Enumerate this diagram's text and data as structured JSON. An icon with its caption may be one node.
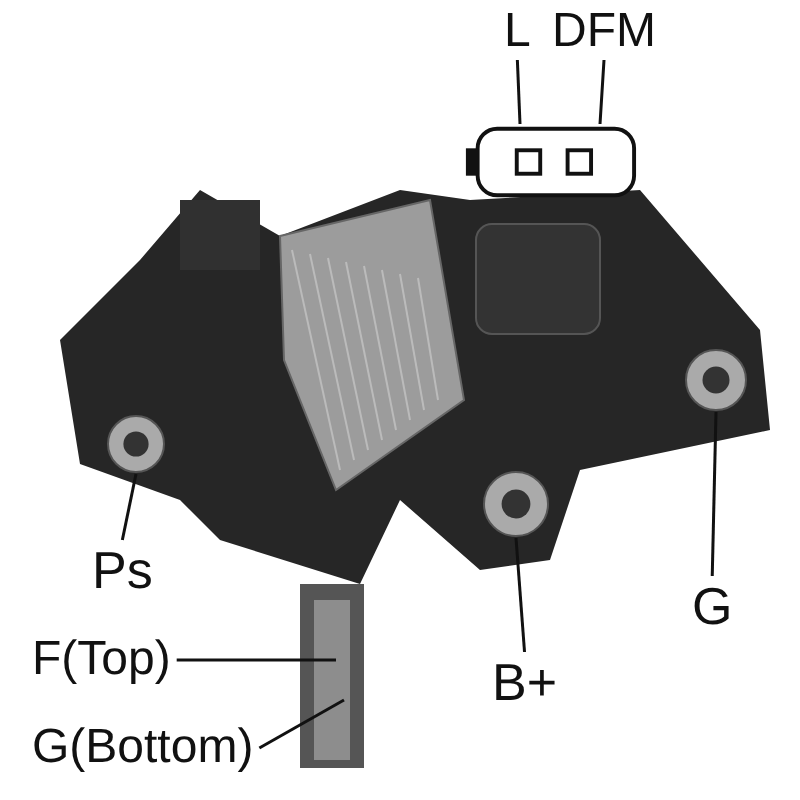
{
  "diagram": {
    "nodes": [
      {
        "text": [
          "L"
        ]
      },
      {
        "text": [
          "DFM"
        ]
      },
      {
        "text": [
          "Ps"
        ]
      },
      {
        "text": [
          "F(Top)"
        ]
      },
      {
        "text": [
          "G(Bottom)"
        ]
      },
      {
        "text": [
          "B+"
        ]
      },
      {
        "text": [
          "G"
        ]
      },
      {
        "text": [],
        "shape": "picture"
      }
    ],
    "edges": [
      {
        "from": 0,
        "to": 7,
        "arrow": "none"
      },
      {
        "from": 1,
        "to": 7,
        "arrow": "none"
      },
      {
        "from": 2,
        "to": null,
        "arrow": "none"
      },
      {
        "from": 3,
        "to": null,
        "arrow": "none"
      },
      {
        "from": 4,
        "to": null,
        "arrow": "none"
      },
      {
        "from": 5,
        "to": null,
        "arrow": "none"
      },
      {
        "from": 6,
        "to": null,
        "arrow": "none"
      }
    ]
  }
}
